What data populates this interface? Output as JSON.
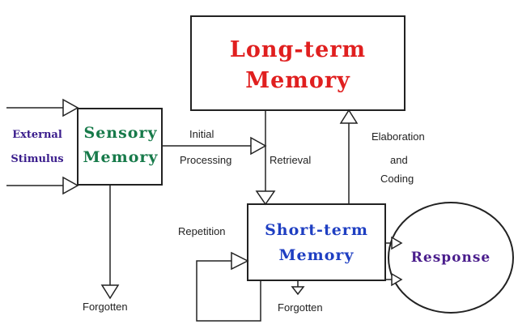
{
  "nodes": {
    "external_stimulus": {
      "line1": "External",
      "line2": "Stimulus",
      "color": "#3a1d8c"
    },
    "sensory_memory": {
      "line1": "Sensory",
      "line2": "Memory",
      "color": "#177a4a"
    },
    "long_term_memory": {
      "line1": "Long-term",
      "line2": "Memory",
      "color": "#e01f1f"
    },
    "short_term_memory": {
      "line1": "Short-term",
      "line2": "Memory",
      "color": "#1f3fc2"
    },
    "response": {
      "label": "Response",
      "color": "#4a1d8c"
    }
  },
  "edges": {
    "initial_processing": {
      "line1": "Initial",
      "line2": "Processing"
    },
    "retrieval": {
      "label": "Retrieval"
    },
    "elaboration_coding": {
      "line1": "Elaboration",
      "line2": "and",
      "line3": "Coding"
    },
    "repetition": {
      "label": "Repetition"
    },
    "forgotten_sensory": {
      "label": "Forgotten"
    },
    "forgotten_short_term": {
      "label": "Forgotten"
    }
  }
}
